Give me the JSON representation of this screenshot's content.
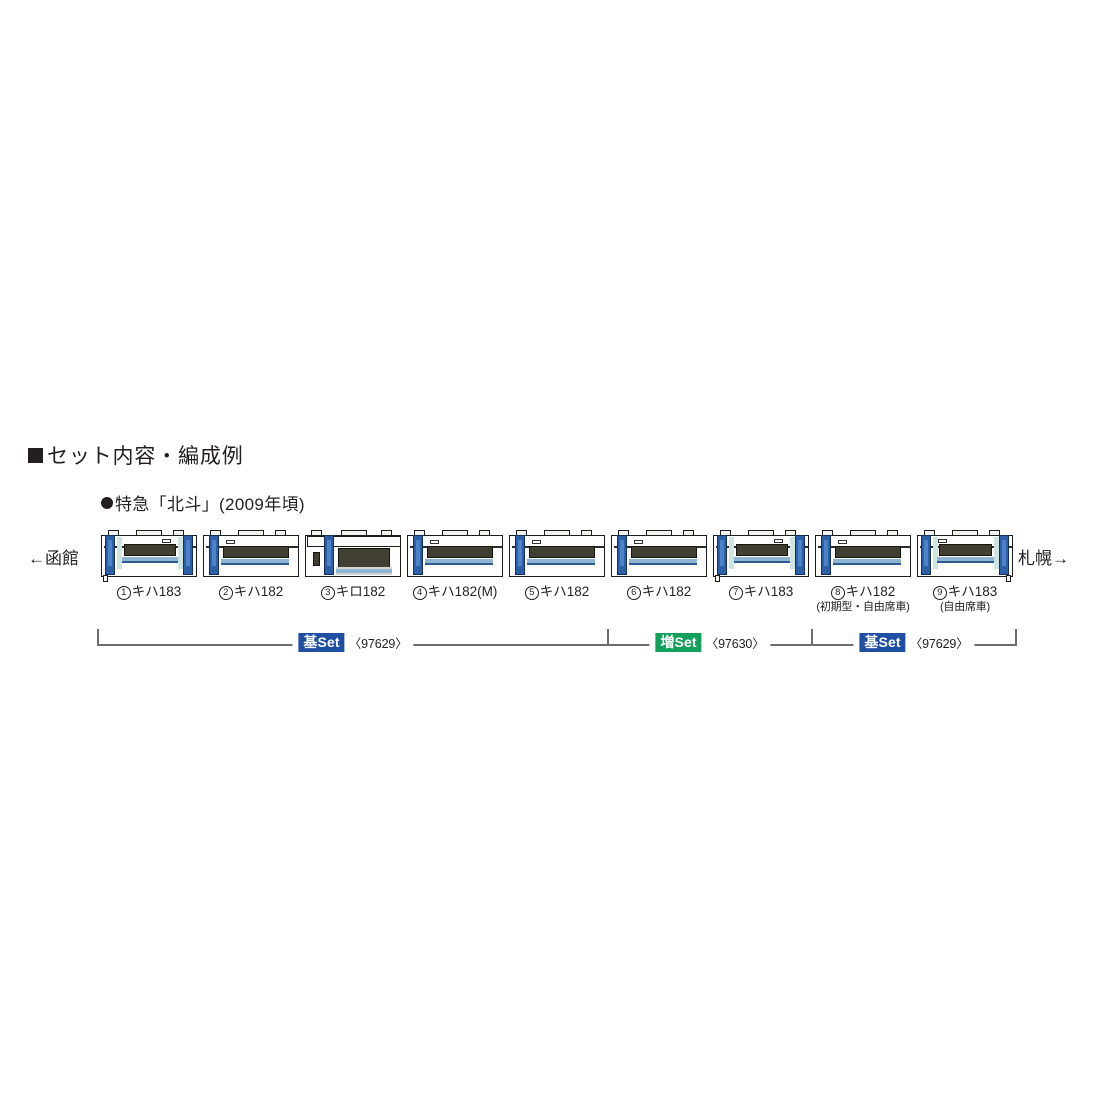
{
  "section": {
    "heading": "セット内容・編成例",
    "bullet_icon": "square-bullet"
  },
  "formation": {
    "title": "特急「北斗」(2009年頃)",
    "bullet_icon": "round-bullet",
    "station_left": "←函館",
    "station_right": "札幌→",
    "cars": [
      {
        "number": "1",
        "name": "キハ183",
        "sub": "",
        "type": "cab-left"
      },
      {
        "number": "2",
        "name": "キハ182",
        "sub": "",
        "type": "standard-left-door"
      },
      {
        "number": "3",
        "name": "キロ182",
        "sub": "",
        "type": "green-car"
      },
      {
        "number": "4",
        "name": "キハ182(M)",
        "sub": "",
        "type": "standard-left-door"
      },
      {
        "number": "5",
        "name": "キハ182",
        "sub": "",
        "type": "standard-left-door"
      },
      {
        "number": "6",
        "name": "キハ182",
        "sub": "",
        "type": "standard-left-door"
      },
      {
        "number": "7",
        "name": "キハ183",
        "sub": "",
        "type": "cab-left"
      },
      {
        "number": "8",
        "name": "キハ182",
        "sub": "(初期型・自由席車)",
        "type": "standard-left-door"
      },
      {
        "number": "9",
        "name": "キハ183",
        "sub": "(自由席車)",
        "type": "cab-right"
      }
    ],
    "sets": [
      {
        "label": "基",
        "suffix": "Set",
        "code": "〈97629〉",
        "color": "#1f4fa3",
        "from_car": 1,
        "to_car": 5
      },
      {
        "label": "増",
        "suffix": "Set",
        "code": "〈97630〉",
        "color": "#13a05a",
        "from_car": 6,
        "to_car": 7
      },
      {
        "label": "基",
        "suffix": "Set",
        "code": "〈97629〉",
        "color": "#1f4fa3",
        "from_car": 8,
        "to_car": 9
      }
    ]
  },
  "palette": {
    "body": "#fdfdfb",
    "outline": "#1b1b1b",
    "window_band": "#413f31",
    "door_blue": "#2b5fa8",
    "stripe_blue": "#8fb4d4",
    "set_blue": "#1f4fa3",
    "set_green": "#13a05a",
    "text": "#231f20",
    "bracket_gray": "#6d6d6d"
  }
}
